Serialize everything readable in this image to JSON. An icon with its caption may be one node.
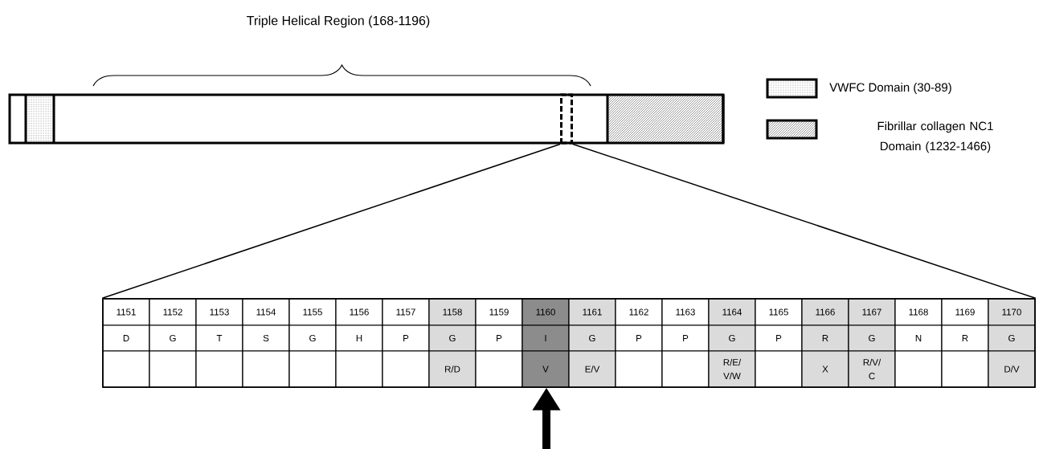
{
  "diagram": {
    "nodes": [
      {
        "text": [],
        "shape": "bar"
      },
      {
        "text": [],
        "shape": "box",
        "in": 0
      },
      {
        "text": [],
        "shape": "box"
      }
    ],
    "edges": [
      {
        "from": 1,
        "to": 2,
        "arrow": "none"
      },
      {
        "from": 1,
        "to": 2,
        "arrow": "none"
      },
      {
        "from": null,
        "to": 2,
        "arrow": "to",
        "style": "thick"
      }
    ],
    "labels": [
      "Triple Helical Region (168-1196)",
      "1151",
      "1152",
      "1153",
      "1154",
      "1155",
      "1156",
      "1157",
      "1158",
      "1159",
      "1160",
      "1161",
      "1162",
      "1163",
      "1164",
      "1165",
      "1166",
      "1167",
      "1168",
      "1169",
      "1170",
      "D",
      "G",
      "T",
      "S",
      "G",
      "H",
      "P",
      "G",
      "P",
      "I",
      "G",
      "P",
      "P",
      "G",
      "P",
      "R",
      "G",
      "N",
      "R",
      "G",
      "R/D",
      "V",
      "E/V",
      "R/E/ V/W",
      "X",
      "R/V/ C",
      "D/V"
    ],
    "legend": [
      {
        "text": "VWFC Domain (30-89)"
      },
      {
        "text": "Fibrillar collagen NC1 Domain (1232-1466)"
      }
    ]
  }
}
